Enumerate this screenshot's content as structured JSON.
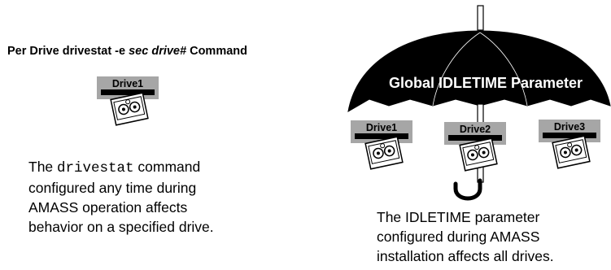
{
  "left": {
    "title_prefix": "Per Drive drivestat -e ",
    "title_italic": "sec drive#",
    "title_suffix": " Command",
    "drive_label": "Drive1",
    "desc": {
      "line1_pre": "The ",
      "line1_code": "drivestat",
      "line1_post": " command",
      "line2": "configured any time during",
      "line3": "AMASS operation affects",
      "line4": "behavior on a specified drive."
    }
  },
  "right": {
    "umbrella_title": "Global IDLETIME Parameter",
    "drives": [
      "Drive1",
      "Drive2",
      "Drive3"
    ],
    "desc": {
      "line1": "The IDLETIME parameter",
      "line2": "configured during AMASS",
      "line3": "installation affects all drives."
    }
  },
  "colors": {
    "drive_box": "#a6a6a6",
    "umbrella": "#000000",
    "umbrella_text": "#ffffff"
  },
  "icons": [
    "cartridge-icon",
    "umbrella-icon"
  ]
}
